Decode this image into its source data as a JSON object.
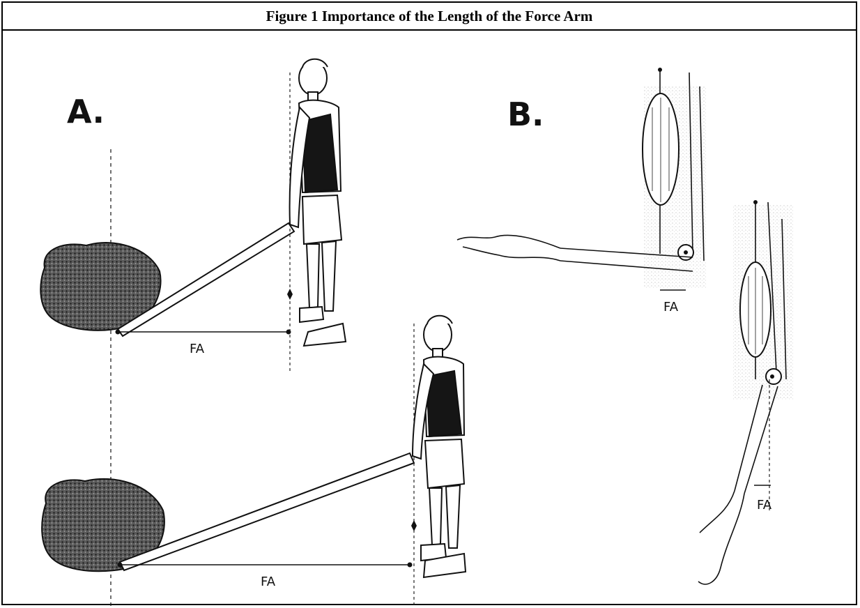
{
  "title": "Figure 1 Importance of the Length of the Force Arm",
  "panel_a": {
    "label": "A.",
    "top_fa": "FA",
    "bottom_fa": "FA"
  },
  "panel_b": {
    "label": "B.",
    "bent_fa": "FA",
    "straight_fa": "FA"
  },
  "colors": {
    "ink": "#111111",
    "rock": "#3a3a3a",
    "shirt": "#151515",
    "paper": "#ffffff"
  }
}
